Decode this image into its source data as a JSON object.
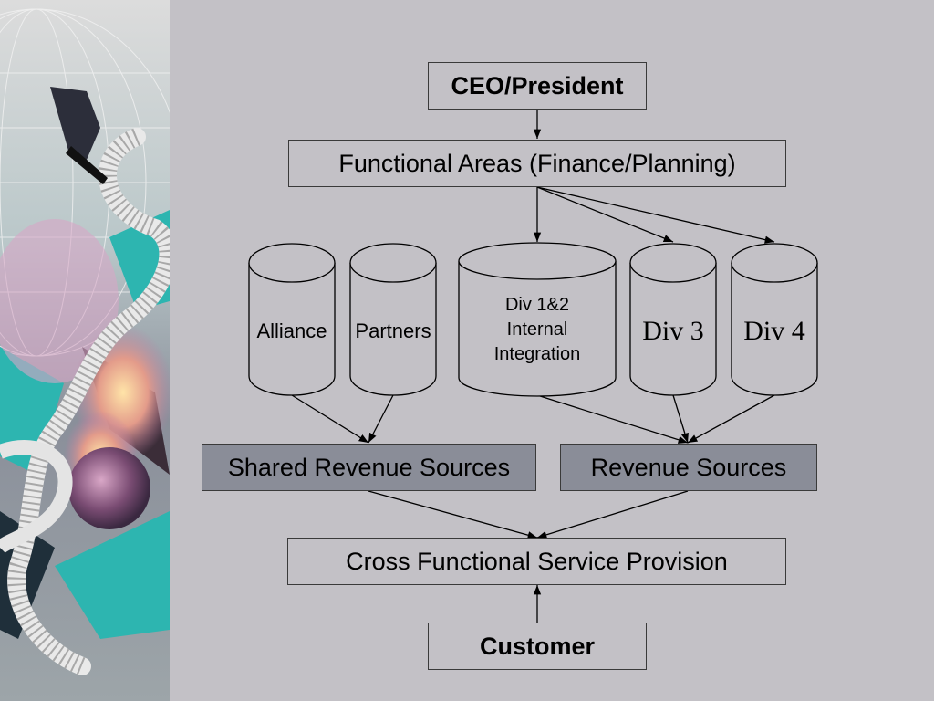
{
  "diagram": {
    "ceo": "CEO/President",
    "functional_areas": "Functional Areas (Finance/Planning)",
    "cylinders": {
      "alliance": "Alliance",
      "partners": "Partners",
      "div12_line1": "Div 1&2",
      "div12_line2": "Internal",
      "div12_line3": "Integration",
      "div3": "Div 3",
      "div4": "Div 4"
    },
    "shared_revenue": "Shared Revenue Sources",
    "revenue": "Revenue Sources",
    "cross_functional": "Cross Functional Service Provision",
    "customer": "Customer"
  },
  "colors": {
    "background": "#c3c1c6",
    "revenue_box_fill": "#8a8d98",
    "stroke": "#3a3a3a"
  }
}
